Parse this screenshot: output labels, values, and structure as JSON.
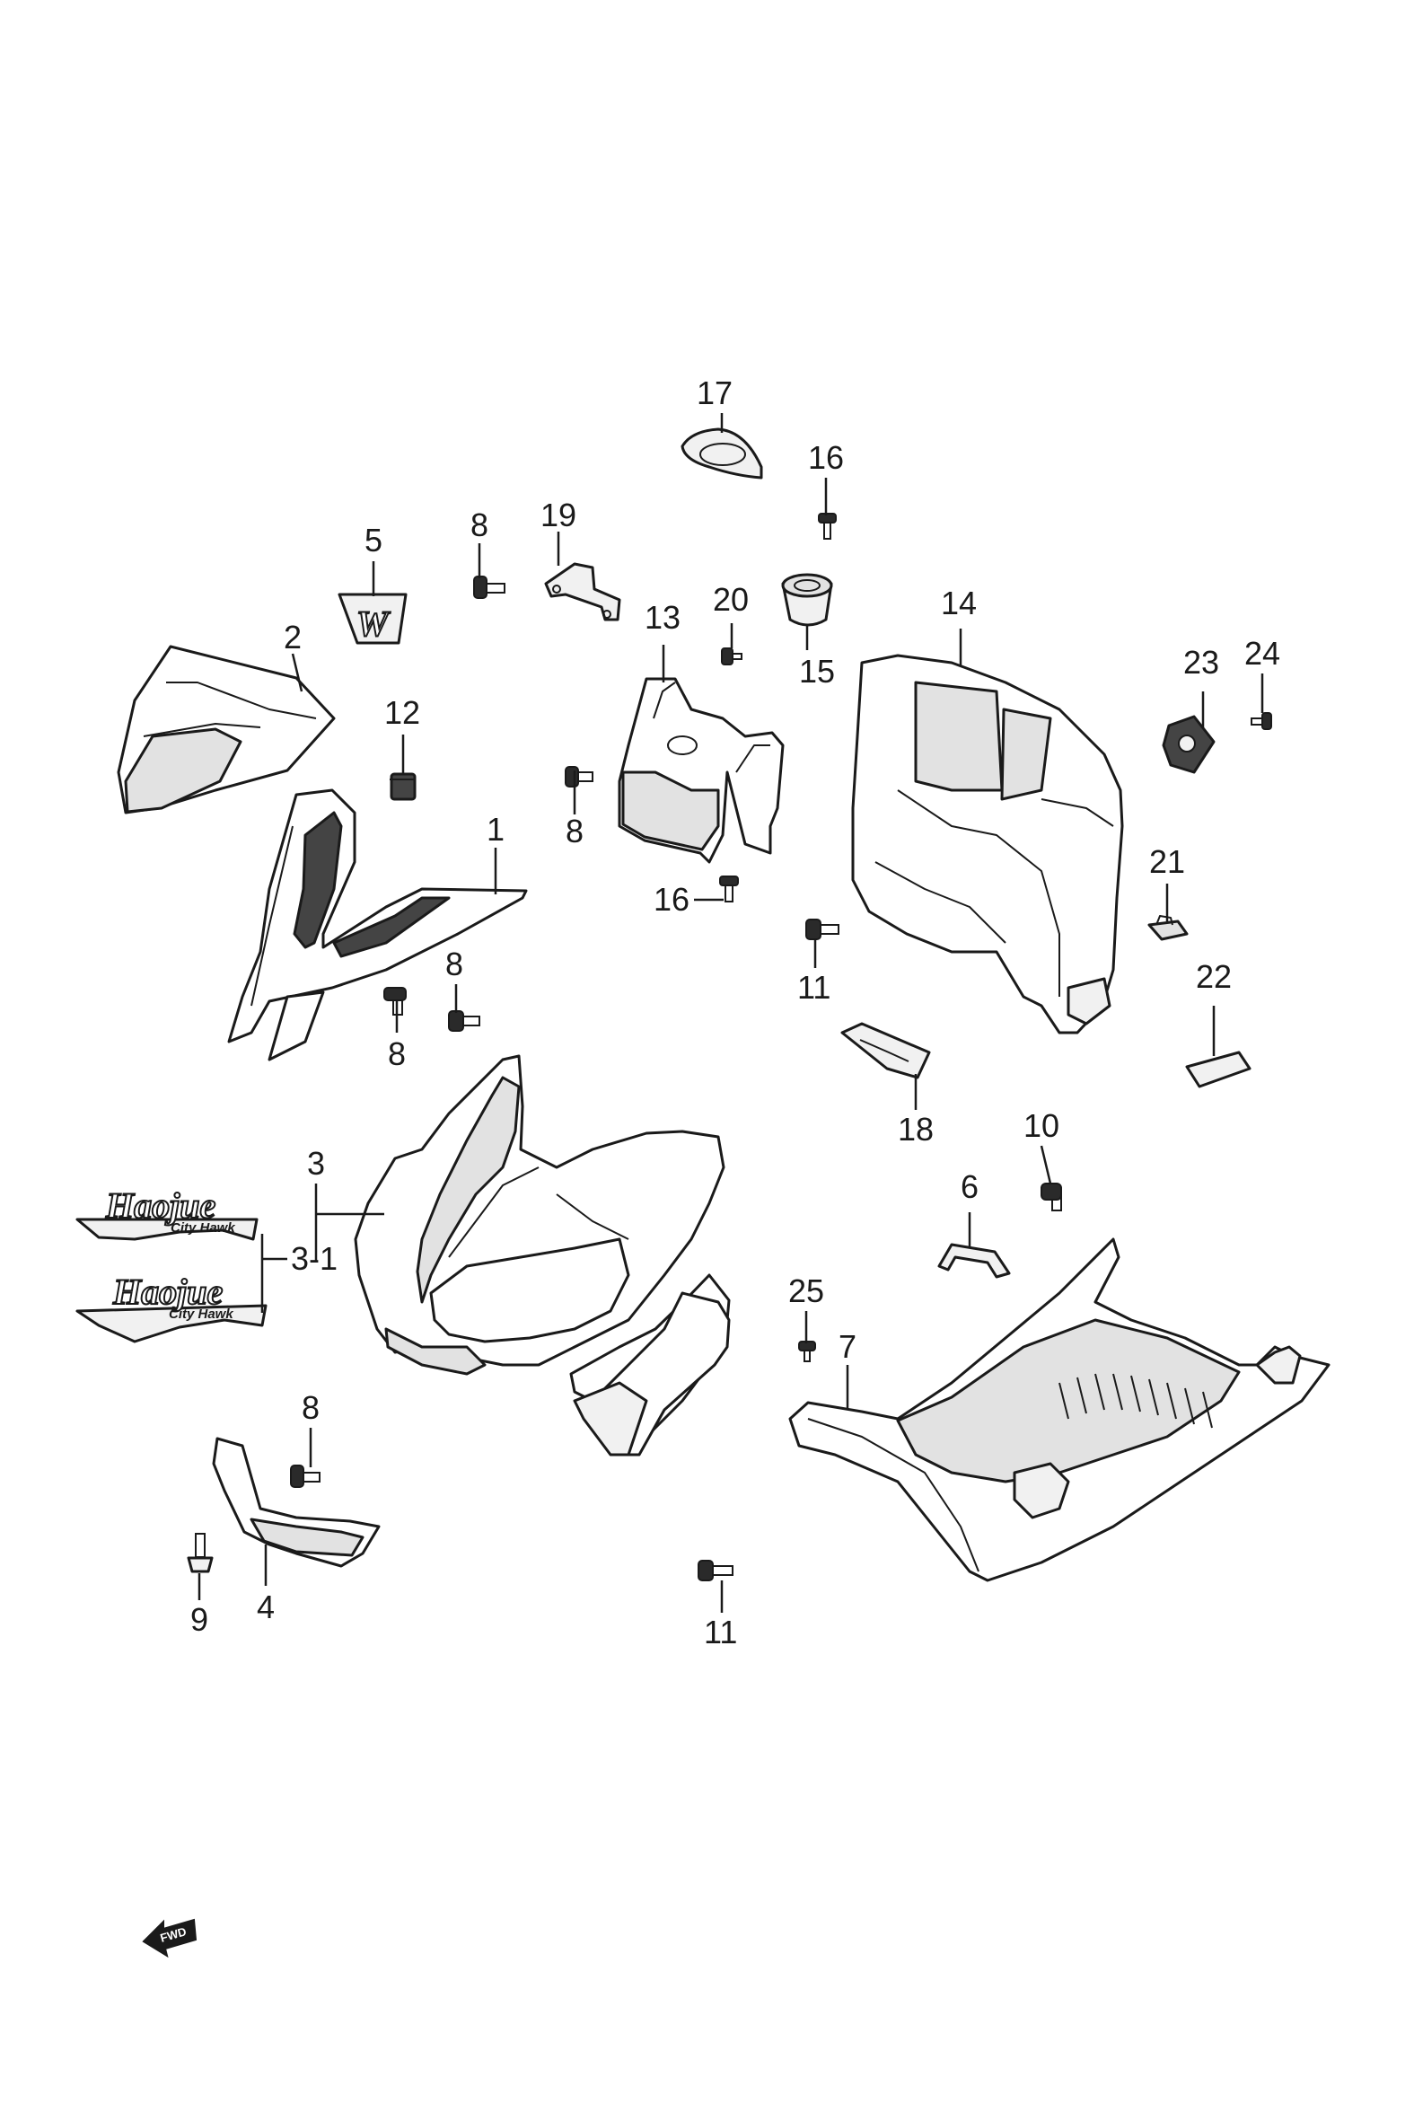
{
  "callouts": {
    "c1": "1",
    "c2": "2",
    "c3": "3",
    "c3_1": "3-1",
    "c4": "4",
    "c5": "5",
    "c6": "6",
    "c7": "7",
    "c8a": "8",
    "c8b": "8",
    "c8c": "8",
    "c8d": "8",
    "c8e": "8",
    "c9": "9",
    "c10": "10",
    "c11a": "11",
    "c11b": "11",
    "c12": "12",
    "c13": "13",
    "c14": "14",
    "c15": "15",
    "c16a": "16",
    "c16b": "16",
    "c17": "17",
    "c18": "18",
    "c19": "19",
    "c20": "20",
    "c21": "21",
    "c22": "22",
    "c23": "23",
    "c24": "24",
    "c25": "25"
  },
  "decals": {
    "brand": "Haojue",
    "model": "City Hawk"
  },
  "emblem_letter": "W",
  "fwd_arrow": "FWD"
}
